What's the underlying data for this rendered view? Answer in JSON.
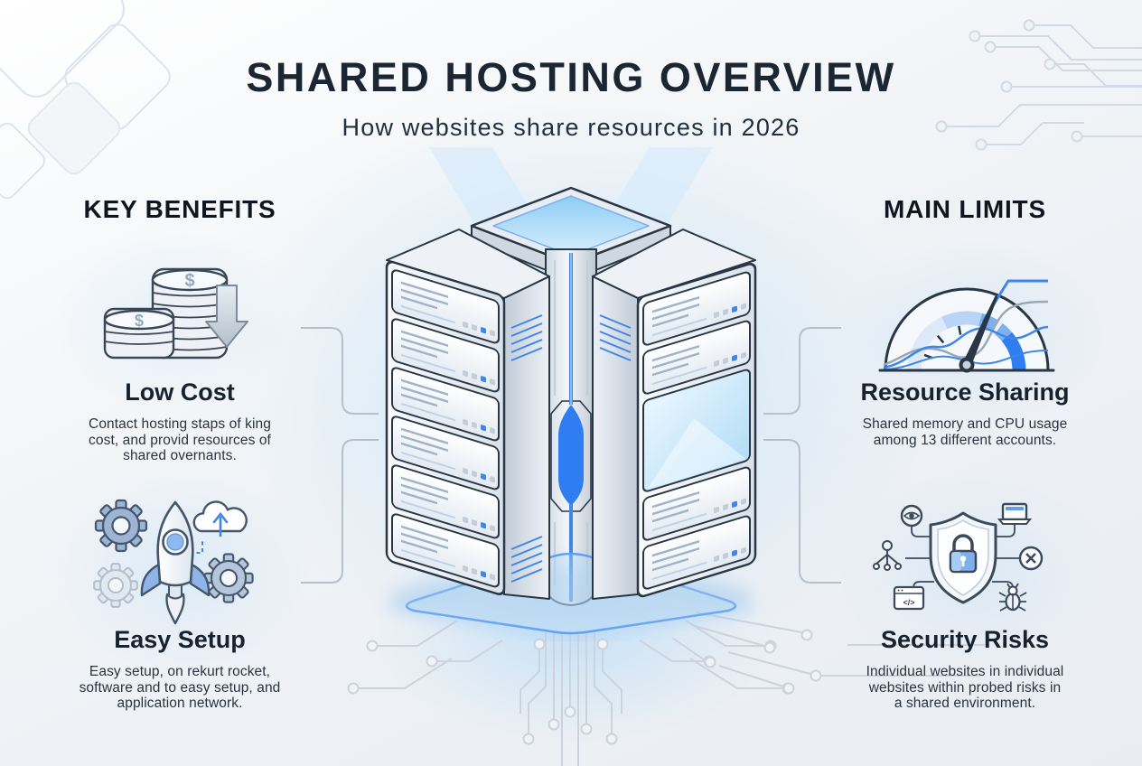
{
  "header": {
    "title": "SHARED HOSTING OVERVIEW",
    "subtitle": "How websites share resources in 2026"
  },
  "benefits": {
    "heading": "KEY BENEFITS",
    "items": [
      {
        "icon": "coins-discount-icon",
        "title": "Low Cost",
        "desc_lines": [
          "Contact hosting staps of king",
          "cost, and provid resources of",
          "shared overnants."
        ]
      },
      {
        "icon": "rocket-launch-gears-icon",
        "title": "Easy Setup",
        "desc_lines": [
          "Easy setup, on rekurt rocket,",
          "software and to easy setup, and",
          "application network."
        ]
      }
    ]
  },
  "limits": {
    "heading": "MAIN LIMITS",
    "items": [
      {
        "icon": "speedometer-gauge-icon",
        "title": "Resource Sharing",
        "desc_lines": [
          "Shared memory and CPU usage",
          "among 13 different accounts."
        ]
      },
      {
        "icon": "shield-lock-icon",
        "title": "Security Risks",
        "desc_lines": [
          "Individual websites in individual",
          "websites within probed risks in",
          "a shared environment."
        ]
      }
    ]
  },
  "illustration": {
    "name": "shared-hosting-server-towers",
    "alt": "Two server racks joined by a glowing central data column above a circuit-board base"
  },
  "colors": {
    "accent_blue": "#2f7df0",
    "light_blue": "#cfe7fb",
    "dark_navy": "#1c2633",
    "body_text": "#2a3340",
    "line_gray": "#ccd3dd"
  }
}
